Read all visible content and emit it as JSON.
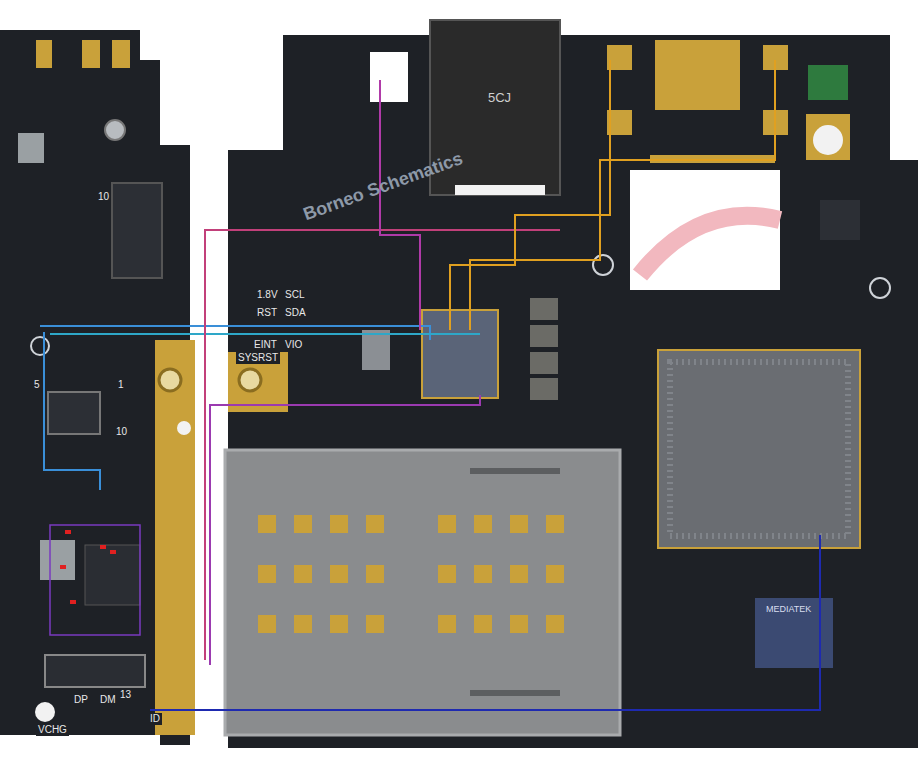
{
  "diagram": {
    "labels": [
      "1.8V",
      "SCL",
      "RST",
      "SDA",
      "EINT",
      "VIO",
      "SYSRST",
      "VCHG",
      "DP",
      "DM",
      "ID",
      "13",
      "10",
      "5",
      "1",
      "10",
      "5CJ",
      "MEDIATEK",
      "Borneo Schematics"
    ]
  }
}
